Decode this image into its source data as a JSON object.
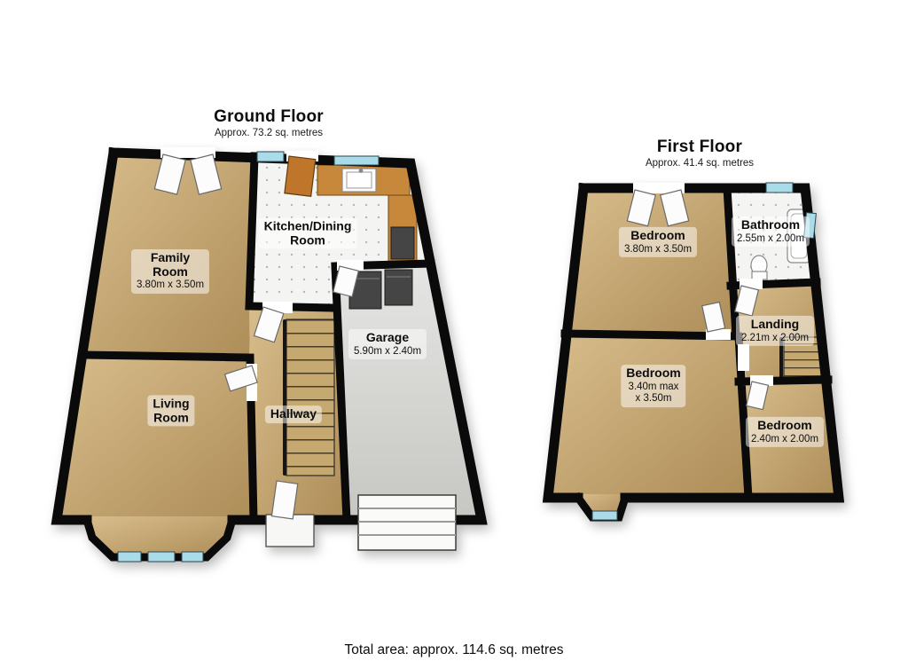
{
  "ground_floor": {
    "title": "Ground Floor",
    "subtitle": "Approx. 73.2 sq. metres",
    "rooms": {
      "family_room": {
        "name": "Family\nRoom",
        "dims": "3.80m x 3.50m"
      },
      "kitchen_dining": {
        "name": "Kitchen/Dining\nRoom"
      },
      "garage": {
        "name": "Garage",
        "dims": "5.90m x 2.40m"
      },
      "living_room": {
        "name": "Living\nRoom"
      },
      "hallway": {
        "name": "Hallway"
      }
    }
  },
  "first_floor": {
    "title": "First Floor",
    "subtitle": "Approx. 41.4 sq. metres",
    "rooms": {
      "bedroom_1": {
        "name": "Bedroom",
        "dims": "3.80m x 3.50m"
      },
      "bathroom": {
        "name": "Bathroom",
        "dims": "2.55m x 2.00m"
      },
      "landing": {
        "name": "Landing",
        "dims": "2.21m x 2.00m"
      },
      "bedroom_2": {
        "name": "Bedroom",
        "dims": "3.40m max\nx 3.50m"
      },
      "bedroom_3": {
        "name": "Bedroom",
        "dims": "2.40m x 2.00m"
      }
    }
  },
  "footer": {
    "total_area": "Total area: approx. 114.6 sq. metres"
  },
  "colors": {
    "wall": "#0a0a0a",
    "carpet": "#c8ab76",
    "kitchen_floor": "#f4f4f2",
    "garage_floor": "#d6d6d3",
    "window_glass": "#a9dbe9",
    "stairs": "#c6a871",
    "cabinet": "#c8883c"
  }
}
